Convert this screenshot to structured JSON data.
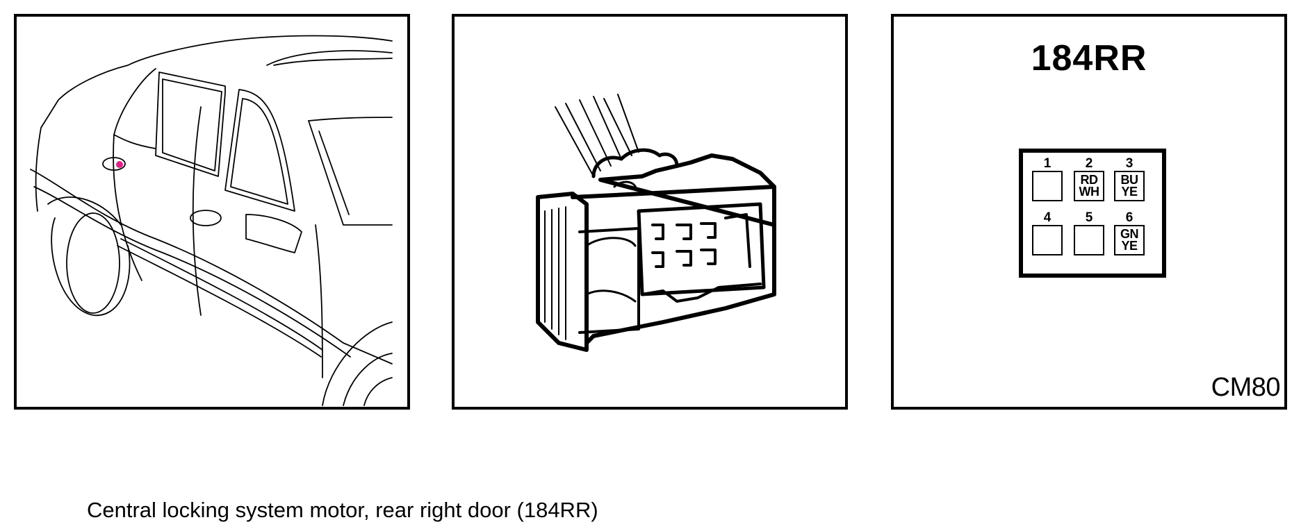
{
  "connector": {
    "title": "184RR",
    "code": "CM80",
    "pins": [
      {
        "num": "1",
        "wires": []
      },
      {
        "num": "2",
        "wires": [
          "RD",
          "WH"
        ]
      },
      {
        "num": "3",
        "wires": [
          "BU",
          "YE"
        ]
      },
      {
        "num": "4",
        "wires": []
      },
      {
        "num": "5",
        "wires": []
      },
      {
        "num": "6",
        "wires": [
          "GN",
          "YE"
        ]
      }
    ]
  },
  "caption": "Central locking system motor, rear right door (184RR)",
  "colors": {
    "ink": "#000000",
    "location_marker": "#e0218a"
  }
}
